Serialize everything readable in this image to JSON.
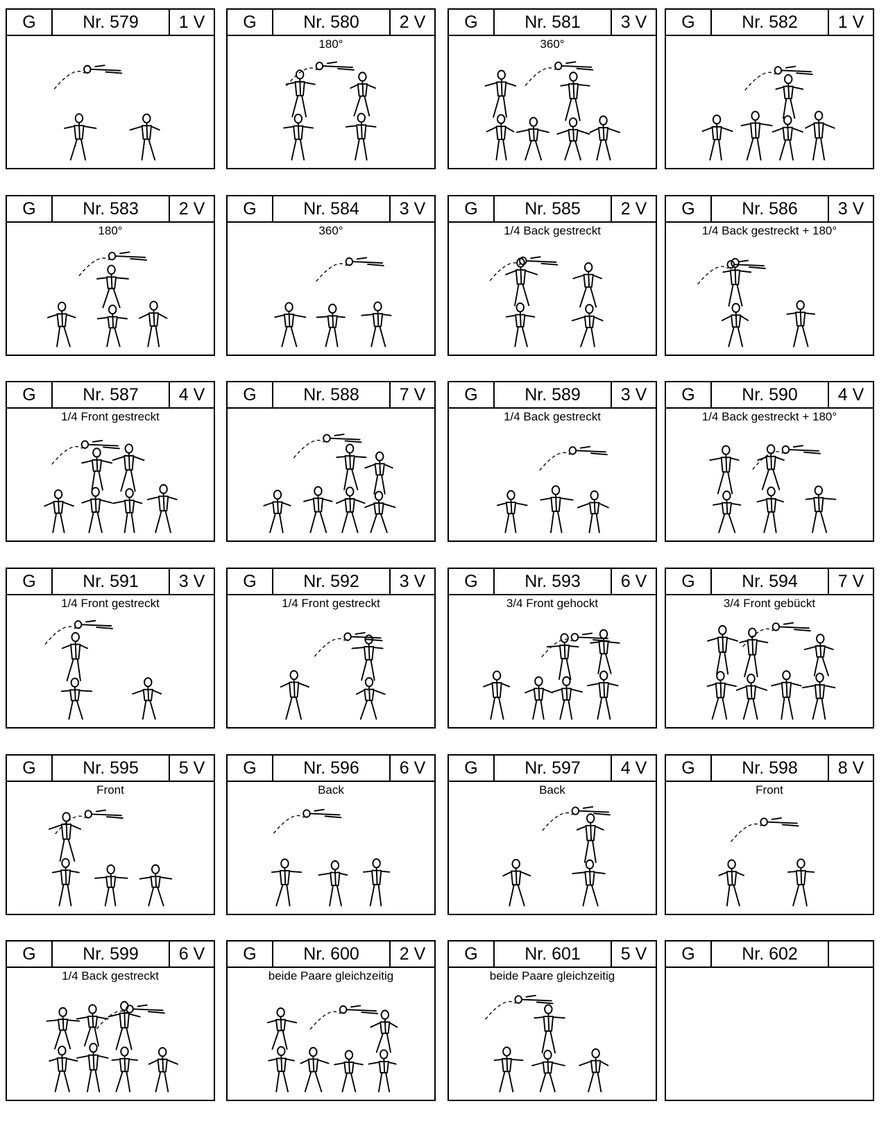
{
  "cards": [
    {
      "group": "G",
      "number": "Nr. 579",
      "value": "1 V",
      "caption": "",
      "figure": "acrobatics-sketch"
    },
    {
      "group": "G",
      "number": "Nr. 580",
      "value": "2 V",
      "caption": "180°",
      "figure": "acrobatics-sketch"
    },
    {
      "group": "G",
      "number": "Nr. 581",
      "value": "3 V",
      "caption": "360°",
      "figure": "acrobatics-sketch"
    },
    {
      "group": "G",
      "number": "Nr. 582",
      "value": "1 V",
      "caption": "",
      "figure": "acrobatics-sketch"
    },
    {
      "group": "G",
      "number": "Nr. 583",
      "value": "2 V",
      "caption": "180°",
      "figure": "acrobatics-sketch"
    },
    {
      "group": "G",
      "number": "Nr. 584",
      "value": "3 V",
      "caption": "360°",
      "figure": "acrobatics-sketch"
    },
    {
      "group": "G",
      "number": "Nr. 585",
      "value": "2 V",
      "caption": "1/4 Back gestreckt",
      "figure": "acrobatics-sketch"
    },
    {
      "group": "G",
      "number": "Nr. 586",
      "value": "3 V",
      "caption": "1/4 Back gestreckt + 180°",
      "figure": "acrobatics-sketch"
    },
    {
      "group": "G",
      "number": "Nr. 587",
      "value": "4 V",
      "caption": "1/4 Front gestreckt",
      "figure": "acrobatics-sketch"
    },
    {
      "group": "G",
      "number": "Nr. 588",
      "value": "7 V",
      "caption": "",
      "figure": "acrobatics-sketch"
    },
    {
      "group": "G",
      "number": "Nr. 589",
      "value": "3 V",
      "caption": "1/4 Back gestreckt",
      "figure": "acrobatics-sketch"
    },
    {
      "group": "G",
      "number": "Nr. 590",
      "value": "4 V",
      "caption": "1/4 Back gestreckt + 180°",
      "figure": "acrobatics-sketch"
    },
    {
      "group": "G",
      "number": "Nr. 591",
      "value": "3 V",
      "caption": "1/4 Front gestreckt",
      "figure": "acrobatics-sketch"
    },
    {
      "group": "G",
      "number": "Nr. 592",
      "value": "3 V",
      "caption": "1/4 Front gestreckt",
      "figure": "acrobatics-sketch"
    },
    {
      "group": "G",
      "number": "Nr. 593",
      "value": "6 V",
      "caption": "3/4 Front gehockt",
      "figure": "acrobatics-sketch"
    },
    {
      "group": "G",
      "number": "Nr. 594",
      "value": "7 V",
      "caption": "3/4 Front gebückt",
      "figure": "acrobatics-sketch"
    },
    {
      "group": "G",
      "number": "Nr. 595",
      "value": "5 V",
      "caption": "Front",
      "figure": "acrobatics-sketch"
    },
    {
      "group": "G",
      "number": "Nr. 596",
      "value": "6 V",
      "caption": "Back",
      "figure": "acrobatics-sketch"
    },
    {
      "group": "G",
      "number": "Nr. 597",
      "value": "4 V",
      "caption": "Back",
      "figure": "acrobatics-sketch"
    },
    {
      "group": "G",
      "number": "Nr. 598",
      "value": "8 V",
      "caption": "Front",
      "figure": "acrobatics-sketch"
    },
    {
      "group": "G",
      "number": "Nr. 599",
      "value": "6 V",
      "caption": "1/4 Back gestreckt",
      "figure": "acrobatics-sketch"
    },
    {
      "group": "G",
      "number": "Nr. 600",
      "value": "2 V",
      "caption": "beide Paare gleichzeitig",
      "figure": "acrobatics-sketch"
    },
    {
      "group": "G",
      "number": "Nr. 601",
      "value": "5 V",
      "caption": "beide Paare gleichzeitig",
      "figure": "acrobatics-sketch"
    },
    {
      "group": "G",
      "number": "Nr. 602",
      "value": "",
      "caption": "",
      "figure": ""
    }
  ]
}
